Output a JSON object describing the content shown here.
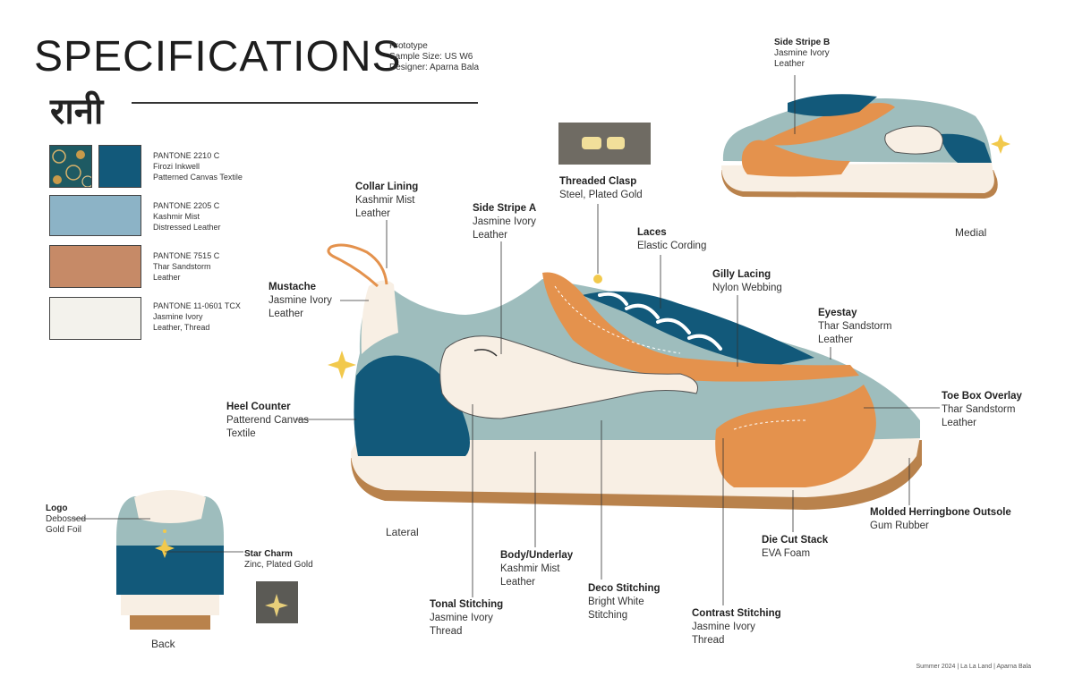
{
  "header": {
    "title": "SPECIFICATIONS",
    "logo_text": "रानी",
    "prototype_lines": [
      "Prototype",
      "Sample Size: US W6",
      "Designer: Aparna Bala"
    ]
  },
  "swatches": [
    {
      "lines": [
        "PANTONE 2210 C",
        "Firozi Inkwell",
        "Patterned Canvas Textile"
      ],
      "color": "#12597a",
      "pattern_color": "#1e5a63"
    },
    {
      "lines": [
        "PANTONE 2205 C",
        "Kashmir Mist",
        "Distressed Leather"
      ],
      "color": "#8cb3c6"
    },
    {
      "lines": [
        "PANTONE 7515 C",
        "Thar Sandstorm",
        "Leather"
      ],
      "color": "#c68a67"
    },
    {
      "lines": [
        "PANTONE 11-0601 TCX",
        "Jasmine Ivory",
        "Leather, Thread"
      ],
      "color": "#f3f2ec"
    }
  ],
  "callouts": {
    "collar_lining": {
      "title": "Collar Lining",
      "lines": [
        "Kashmir Mist",
        "Leather"
      ]
    },
    "side_stripe_a": {
      "title": "Side Stripe A",
      "lines": [
        "Jasmine Ivory",
        "Leather"
      ]
    },
    "threaded_clasp": {
      "title": "Threaded Clasp",
      "lines": [
        "Steel, Plated Gold"
      ]
    },
    "laces": {
      "title": "Laces",
      "lines": [
        "Elastic Cording"
      ]
    },
    "gilly_lacing": {
      "title": "Gilly Lacing",
      "lines": [
        "Nylon Webbing"
      ]
    },
    "eyestay": {
      "title": "Eyestay",
      "lines": [
        "Thar Sandstorm",
        "Leather"
      ]
    },
    "mustache": {
      "title": "Mustache",
      "lines": [
        "Jasmine Ivory",
        "Leather"
      ]
    },
    "heel_counter": {
      "title": "Heel Counter",
      "lines": [
        "Patterend Canvas",
        "Textile"
      ]
    },
    "toe_box_overlay": {
      "title": "Toe Box Overlay",
      "lines": [
        "Thar Sandstorm",
        "Leather"
      ]
    },
    "molded_outsole": {
      "title": "Molded Herringbone Outsole",
      "lines": [
        "Gum Rubber"
      ]
    },
    "die_cut_stack": {
      "title": "Die Cut Stack",
      "lines": [
        "EVA Foam"
      ]
    },
    "body_underlay": {
      "title": "Body/Underlay",
      "lines": [
        "Kashmir Mist",
        "Leather"
      ]
    },
    "deco_stitching": {
      "title": "Deco Stitching",
      "lines": [
        "Bright White",
        "Stitching"
      ]
    },
    "tonal_stitching": {
      "title": "Tonal Stitching",
      "lines": [
        "Jasmine Ivory",
        "Thread"
      ]
    },
    "contrast_stitching": {
      "title": "Contrast Stitching",
      "lines": [
        "Jasmine Ivory",
        "Thread"
      ]
    },
    "side_stripe_b": {
      "title": "Side Stripe B",
      "lines": [
        "Jasmine Ivory",
        "Leather"
      ]
    },
    "logo": {
      "title": "Logo",
      "lines": [
        "Debossed",
        "Gold Foil"
      ]
    },
    "star_charm": {
      "title": "Star Charm",
      "lines": [
        "Zinc, Plated Gold"
      ]
    }
  },
  "views": {
    "lateral": "Lateral",
    "medial": "Medial",
    "back": "Back"
  },
  "footer": "Summer 2024 | La La Land | Aparna Bala",
  "palette": {
    "teal_dark": "#12597a",
    "kashmir": "#9ebdbd",
    "sandstorm": "#e4924d",
    "ivory": "#f8efe4",
    "gum": "#b9824c",
    "gold": "#f2c94c"
  }
}
